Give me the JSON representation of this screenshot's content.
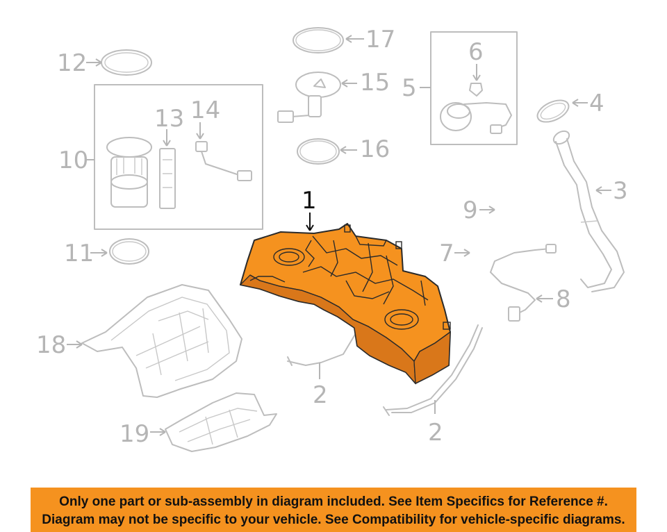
{
  "callouts": {
    "c1": "1",
    "c2a": "2",
    "c2b": "2",
    "c3": "3",
    "c4": "4",
    "c5": "5",
    "c6": "6",
    "c7": "7",
    "c8": "8",
    "c9": "9",
    "c10": "10",
    "c11": "11",
    "c12": "12",
    "c13": "13",
    "c14": "14",
    "c15": "15",
    "c16": "16",
    "c17": "17",
    "c18": "18",
    "c19": "19"
  },
  "highlight_color": "#f5921f",
  "banner": {
    "line1": "Only one part or sub-assembly in diagram included. See Item Specifics for Reference #.",
    "line2": "Diagram may not be specific to your vehicle. See Compatibility for vehicle-specific diagrams."
  }
}
